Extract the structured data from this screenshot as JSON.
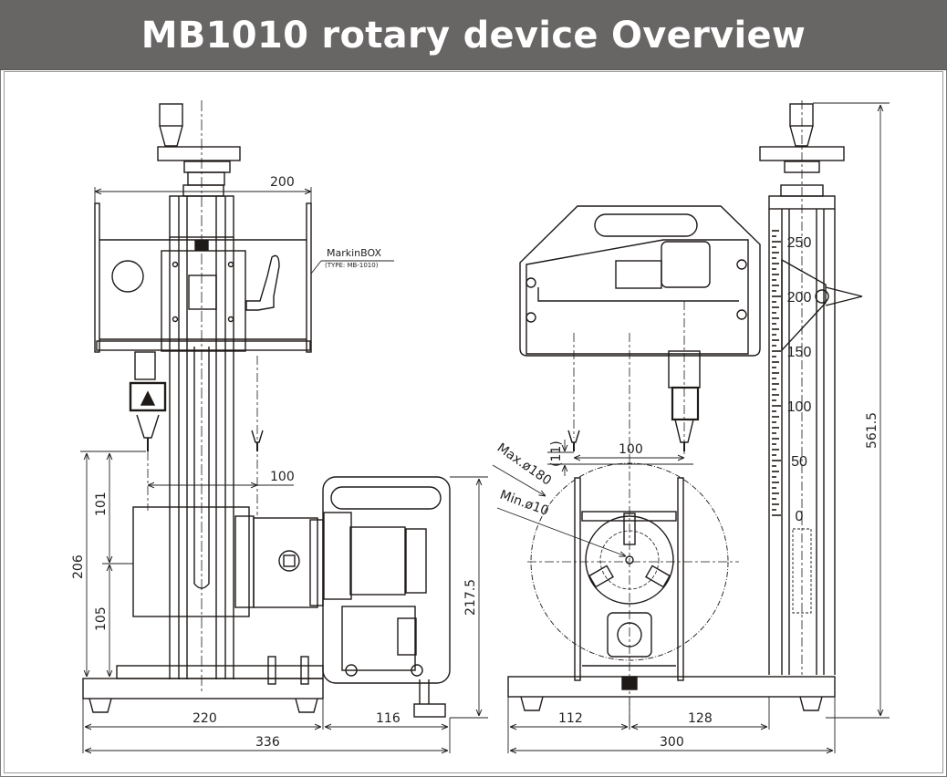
{
  "header": {
    "title": "MB1010 rotary device Overview",
    "background_color": "#686565",
    "text_color": "#ffffff"
  },
  "front_view": {
    "callout": {
      "name": "MarkinBOX",
      "type": "(TYPE: MB-1010)"
    },
    "dimensions": {
      "head_width": "200",
      "needle_spacing": "100",
      "total_height": "206",
      "upper_height": "101",
      "lower_height": "105",
      "rotary_height": "217.5",
      "base_width": "220",
      "rotary_width": "116",
      "overall_width": "336"
    }
  },
  "side_view": {
    "dimensions": {
      "max_diameter": "Max.ø180",
      "min_diameter": "Min.ø10",
      "gap": "(11)",
      "needle_spacing": "100",
      "overall_height": "561.5",
      "left_offset": "112",
      "right_offset": "128",
      "overall_width": "300"
    },
    "scale_labels": [
      "250",
      "200",
      "150",
      "100",
      "50",
      "0"
    ]
  },
  "colors": {
    "line": "#1e1a18",
    "frame": "#7a7a7a"
  }
}
